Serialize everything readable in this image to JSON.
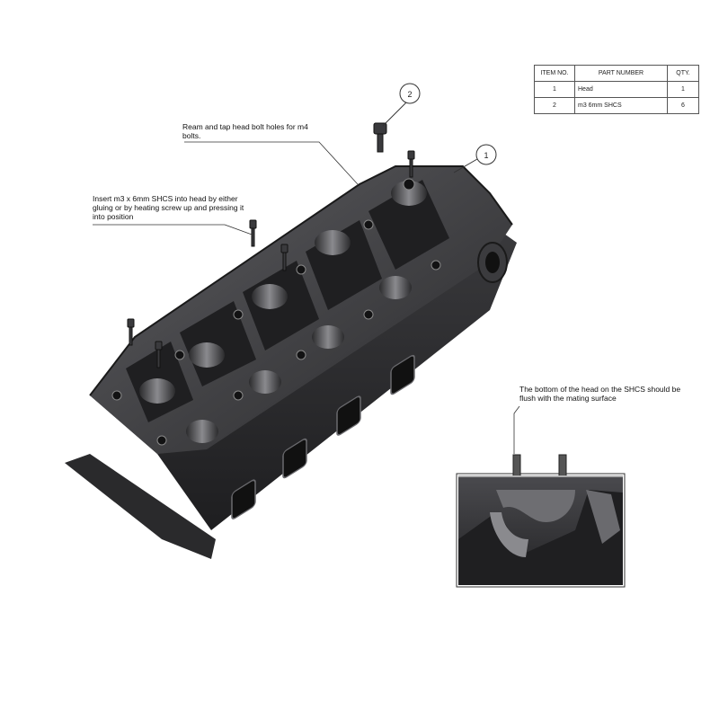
{
  "bom": {
    "headers": [
      "ITEM NO.",
      "PART NUMBER",
      "QTY."
    ],
    "rows": [
      {
        "item": "1",
        "part": "Head",
        "qty": "1"
      },
      {
        "item": "2",
        "part": "m3 6mm SHCS",
        "qty": "6"
      }
    ]
  },
  "notes": {
    "ream": "Ream and tap head bolt holes for m4 bolts.",
    "insert": "Insert m3 x 6mm SHCS into head by either gluing or by heating screw up and pressing it into position",
    "flush": "The bottom of the head on the SHCS should be flush with the mating surface"
  },
  "balloons": {
    "one": "1",
    "two": "2"
  },
  "colors": {
    "part_dark": "#2e2e30",
    "part_mid": "#4a4a4d",
    "part_light": "#7a7a7e",
    "line": "#333333"
  }
}
